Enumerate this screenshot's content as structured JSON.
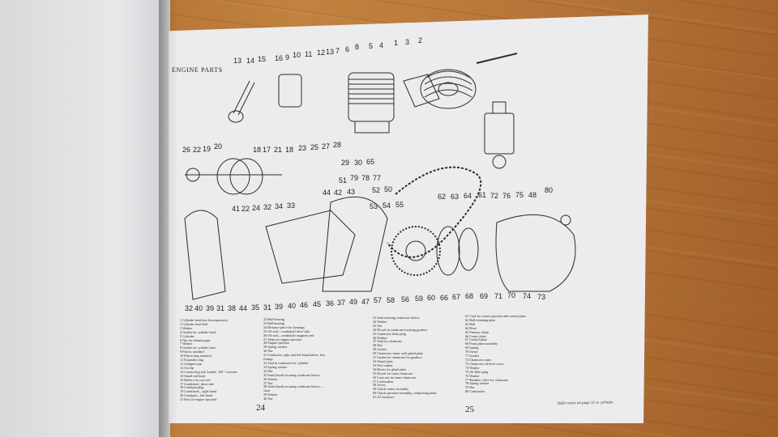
{
  "page": {
    "heading": "ENGINE PARTS",
    "left_page_number": "24",
    "right_page_number": "25",
    "footnote": "Refer notes on page 32 re cylinder"
  },
  "callouts": [
    {
      "label": "13"
    },
    {
      "label": "14"
    },
    {
      "label": "15"
    },
    {
      "label": "16"
    },
    {
      "label": "9"
    },
    {
      "label": "10"
    },
    {
      "label": "11"
    },
    {
      "label": "12"
    },
    {
      "label": "13"
    },
    {
      "label": "7"
    },
    {
      "label": "6"
    },
    {
      "label": "8"
    },
    {
      "label": "5"
    },
    {
      "label": "4"
    },
    {
      "label": "1"
    },
    {
      "label": "3"
    },
    {
      "label": "2"
    },
    {
      "label": "26"
    },
    {
      "label": "22"
    },
    {
      "label": "19"
    },
    {
      "label": "20"
    },
    {
      "label": "18"
    },
    {
      "label": "17"
    },
    {
      "label": "21"
    },
    {
      "label": "18"
    },
    {
      "label": "23"
    },
    {
      "label": "25"
    },
    {
      "label": "27"
    },
    {
      "label": "28"
    },
    {
      "label": "29"
    },
    {
      "label": "30"
    },
    {
      "label": "65"
    },
    {
      "label": "79"
    },
    {
      "label": "78"
    },
    {
      "label": "77"
    },
    {
      "label": "51"
    },
    {
      "label": "44"
    },
    {
      "label": "42"
    },
    {
      "label": "43"
    },
    {
      "label": "52"
    },
    {
      "label": "50"
    },
    {
      "label": "53"
    },
    {
      "label": "54"
    },
    {
      "label": "55"
    },
    {
      "label": "62"
    },
    {
      "label": "63"
    },
    {
      "label": "64"
    },
    {
      "label": "61"
    },
    {
      "label": "72"
    },
    {
      "label": "76"
    },
    {
      "label": "75"
    },
    {
      "label": "48"
    },
    {
      "label": "80"
    },
    {
      "label": "41"
    },
    {
      "label": "22"
    },
    {
      "label": "24"
    },
    {
      "label": "32"
    },
    {
      "label": "34"
    },
    {
      "label": "33"
    },
    {
      "label": "32"
    },
    {
      "label": "40"
    },
    {
      "label": "39"
    },
    {
      "label": "31"
    },
    {
      "label": "38"
    },
    {
      "label": "44"
    },
    {
      "label": "35"
    },
    {
      "label": "31"
    },
    {
      "label": "39"
    },
    {
      "label": "40"
    },
    {
      "label": "46"
    },
    {
      "label": "45"
    },
    {
      "label": "36"
    },
    {
      "label": "37"
    },
    {
      "label": "49"
    },
    {
      "label": "47"
    },
    {
      "label": "57"
    },
    {
      "label": "58"
    },
    {
      "label": "56"
    },
    {
      "label": "59"
    },
    {
      "label": "60"
    },
    {
      "label": "66"
    },
    {
      "label": "67"
    },
    {
      "label": "68"
    },
    {
      "label": "69"
    },
    {
      "label": "71"
    },
    {
      "label": "70"
    },
    {
      "label": "74"
    },
    {
      "label": "73"
    }
  ],
  "parts_list": {
    "col1": [
      "1  Cylinder head (no decompressor)",
      "2  Cylinder head bolt",
      "3  Washer",
      "4  Gasket for cylinder head",
      "5  Cylinder",
      "6  Nut for exhaust pipe",
      "7  Washer",
      "8  Gasket for cylinder base",
      "9  Piston, standard",
      "10  Piston ring standard",
      "11  Expander ring",
      "12  Gudgeon pin",
      "13  Circlip",
      "14  Connecting rod, loaded, .001\" oversize",
      "15  Small end bush",
      "16  Rollers for con-rod",
      "17  Crankshaft, drive side",
      "18  Crankpin plug",
      "19  Crankshaft—right hand",
      "20  Crankpin—left hand",
      "21  Key for engine sprocket"
    ],
    "col2": [
      "22  Ball bearing",
      "23  Ball bearing",
      "24  Distance piece for bearings",
      "25  Oil seal—crankshaft drive side",
      "26  Oil seal—crankshaft magneto end",
      "27  Shim for engine sprocket",
      "28  Engine sprocket",
      "29  Spring washer",
      "30  Nut",
      "31  Crankcase, right and left-hand halves, less",
      "     fittings",
      "32  Stud in crankcase for cylinder",
      "33  Spring washer",
      "34  Nut",
      "35  Stud (fixed) securing crankcase halves",
      "36  Washer",
      "37  Nut",
      "38  Stud (fixed) securing crankcase halves—",
      "     short",
      "39  Washer",
      "40  Nut"
    ],
    "col3": [
      "41  Stud securing crankcase halves",
      "42  Washer",
      "43  Nut",
      "44  Dowel in crankcase locating gearbox",
      "45  Crankcase drain plug",
      "46  Washer",
      "47  Stud for chaincase",
      "48  Nut",
      "49  Gasket",
      "50  Chaincase, inner, with gland plate",
      "51  Gasket for chaincase for gearbox",
      "52  Gland plate",
      "53  Felt washer",
      "54  Rivets for gland plate",
      "55  Dowel for outer chaincase",
      "56  Cone nut for inner chaincase",
      "57  Lockwasher",
      "58  Screw",
      "59  Clutch centre assembly",
      "60  Clutch sprocket assembly, comprising items",
      "     61–63 inclusive"
    ],
    "col4": [
      "61  Cork for clutch sprocket and corked plate",
      "62  Ball retaining plate",
      "63  Ball",
      "64  Rivet",
      "65  Primary chain",
      "66  Centre plate",
      "67  Corked plate",
      "68  Front plate assembly",
      "69  Spring",
      "70  Screw",
      "71  Gasket",
      "72  Chaincase outer",
      "73  Chaincase oil level screw",
      "74  Washer",
      "75  Oil filler plug",
      "76  Washer",
      "77  Breather valve for chaincase",
      "78  Spring washer",
      "79  Nut",
      "80  Carburettor"
    ]
  }
}
